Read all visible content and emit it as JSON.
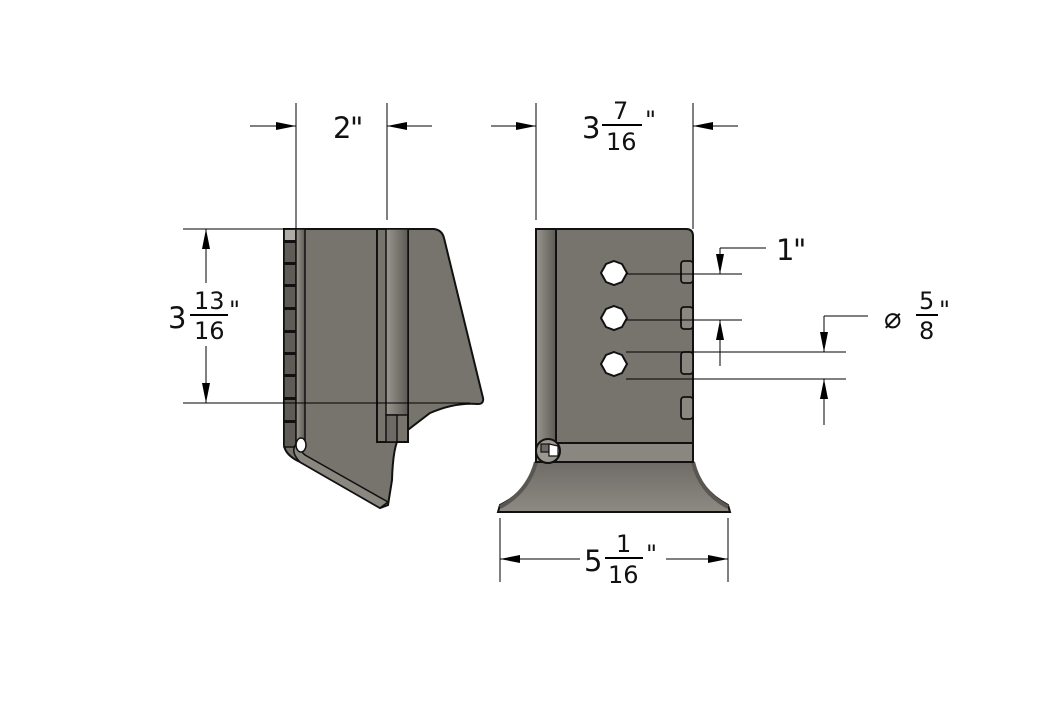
{
  "drawing": {
    "type": "technical-drawing",
    "views": [
      "side-view",
      "front-view"
    ],
    "colors": {
      "part_fill": "#77746e",
      "part_fill_light": "#8a8680",
      "part_fill_dark": "#5f5c57",
      "outline": "#111111",
      "dim_line": "#000000",
      "background": "#ffffff"
    }
  },
  "dimensions": {
    "side_width": {
      "whole": "2",
      "unit": "\""
    },
    "side_height": {
      "whole": "3",
      "num": "13",
      "den": "16",
      "unit": "\""
    },
    "front_width": {
      "whole": "3",
      "num": "7",
      "den": "16",
      "unit": "\""
    },
    "base_width": {
      "whole": "5",
      "num": "1",
      "den": "16",
      "unit": "\""
    },
    "hole_spacing": {
      "whole": "1",
      "unit": "\""
    },
    "hole_diameter": {
      "symbol": "⌀",
      "num": "5",
      "den": "8",
      "unit": "\""
    }
  }
}
